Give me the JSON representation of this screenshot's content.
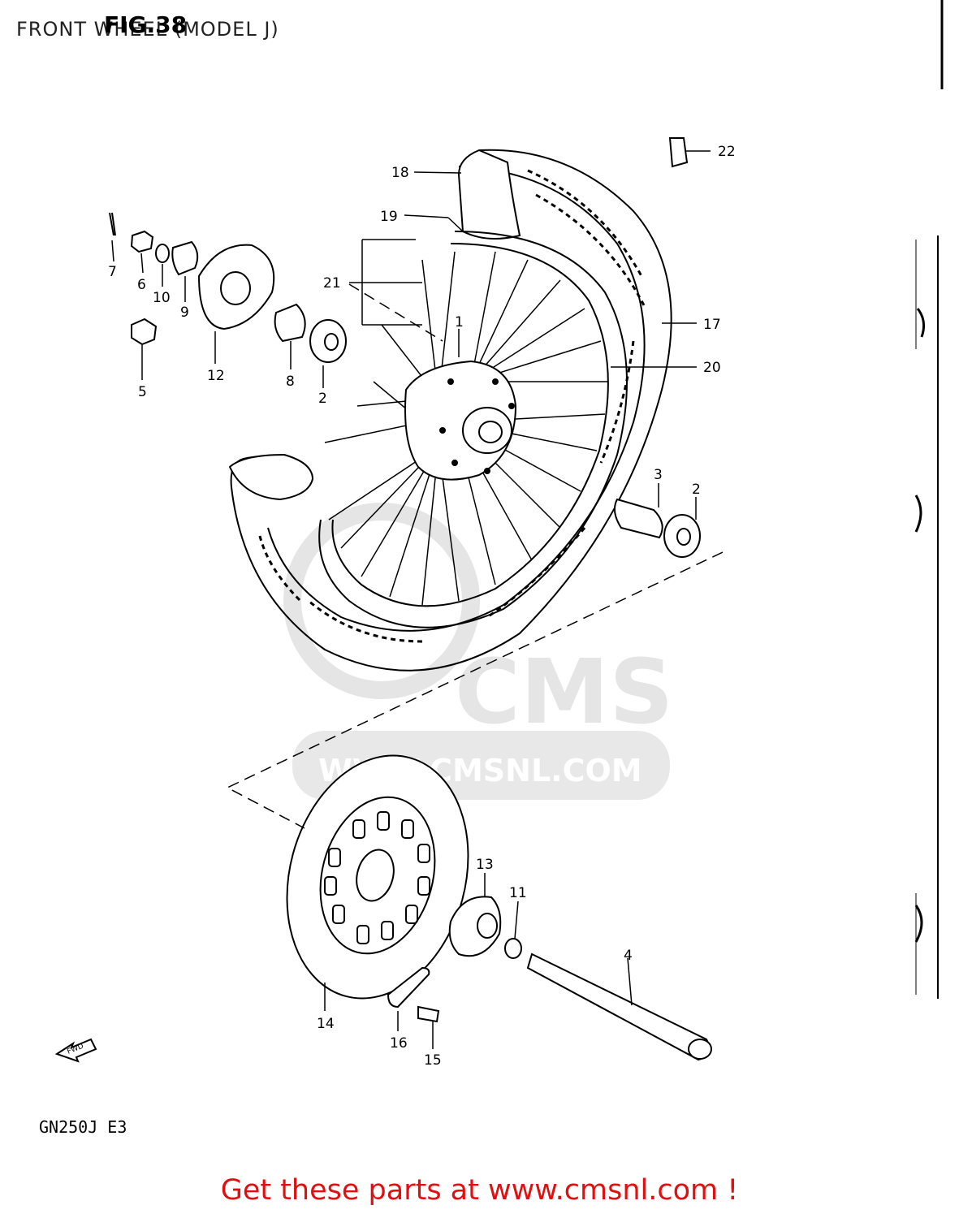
{
  "header": {
    "title": "FRONT WHEEL (MODEL J)",
    "figure": "FIG.38"
  },
  "model_code": "GN250J  E3",
  "fwd_label": "FWD",
  "watermark": {
    "logo": "CMS",
    "url": "WWW.CMSNL.COM"
  },
  "footer": {
    "cta": "Get these parts at www.cmsnl.com !"
  },
  "callouts": [
    "1",
    "2",
    "3",
    "4",
    "5",
    "6",
    "7",
    "8",
    "9",
    "10",
    "11",
    "12",
    "13",
    "14",
    "15",
    "16",
    "17",
    "18",
    "19",
    "20",
    "21",
    "22"
  ],
  "colors": {
    "line": "#000000",
    "cta": "#e01010",
    "watermark": "#cccccc"
  }
}
